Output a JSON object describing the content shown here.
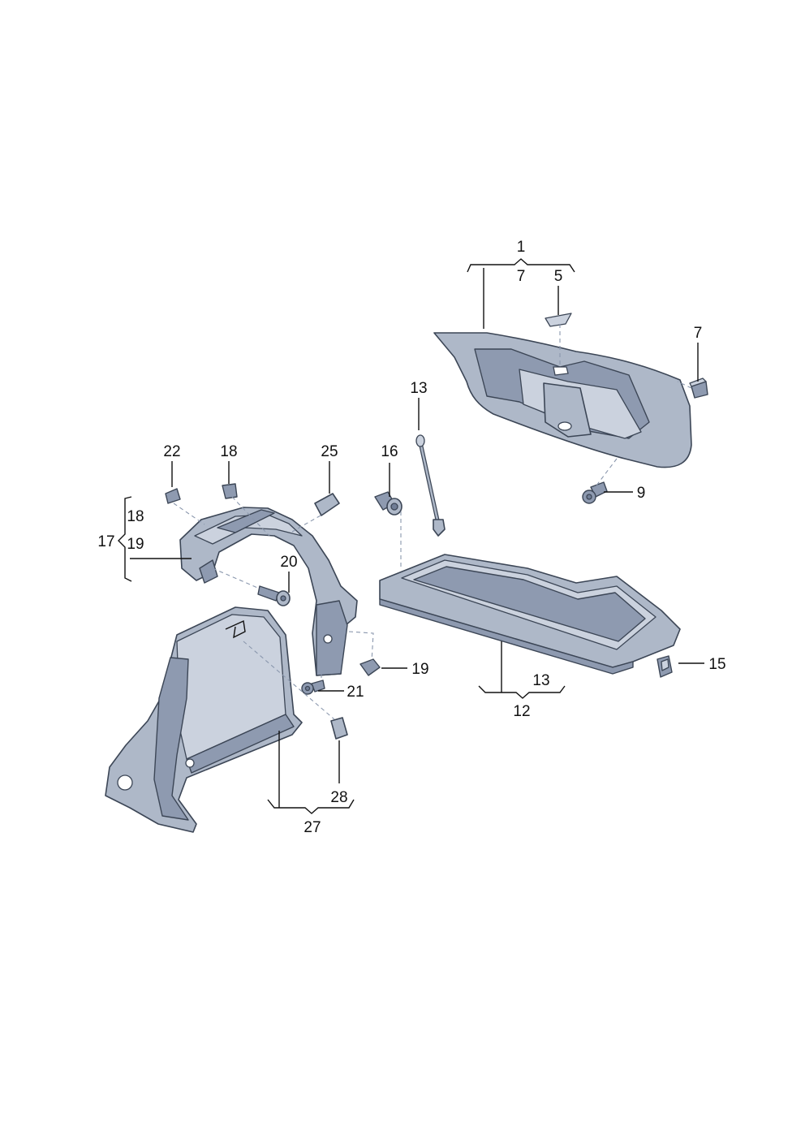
{
  "callouts": {
    "c1": "1",
    "c7_group": "7",
    "c5": "5",
    "c7": "7",
    "c13_top": "13",
    "c9": "9",
    "c22": "22",
    "c18_top": "18",
    "c25": "25",
    "c16": "16",
    "c17": "17",
    "c18_group": "18",
    "c19_group": "19",
    "c20": "20",
    "c19": "19",
    "c21": "21",
    "c13_group": "13",
    "c12": "12",
    "c15": "15",
    "c28": "28",
    "c27": "27"
  },
  "colors": {
    "part_fill": "#aeb8c8",
    "part_shadow": "#8e9ab0",
    "part_highlight": "#cbd2de",
    "outline": "#3c4656",
    "leader": "#111111",
    "dashed_leader": "#8a97ad"
  }
}
